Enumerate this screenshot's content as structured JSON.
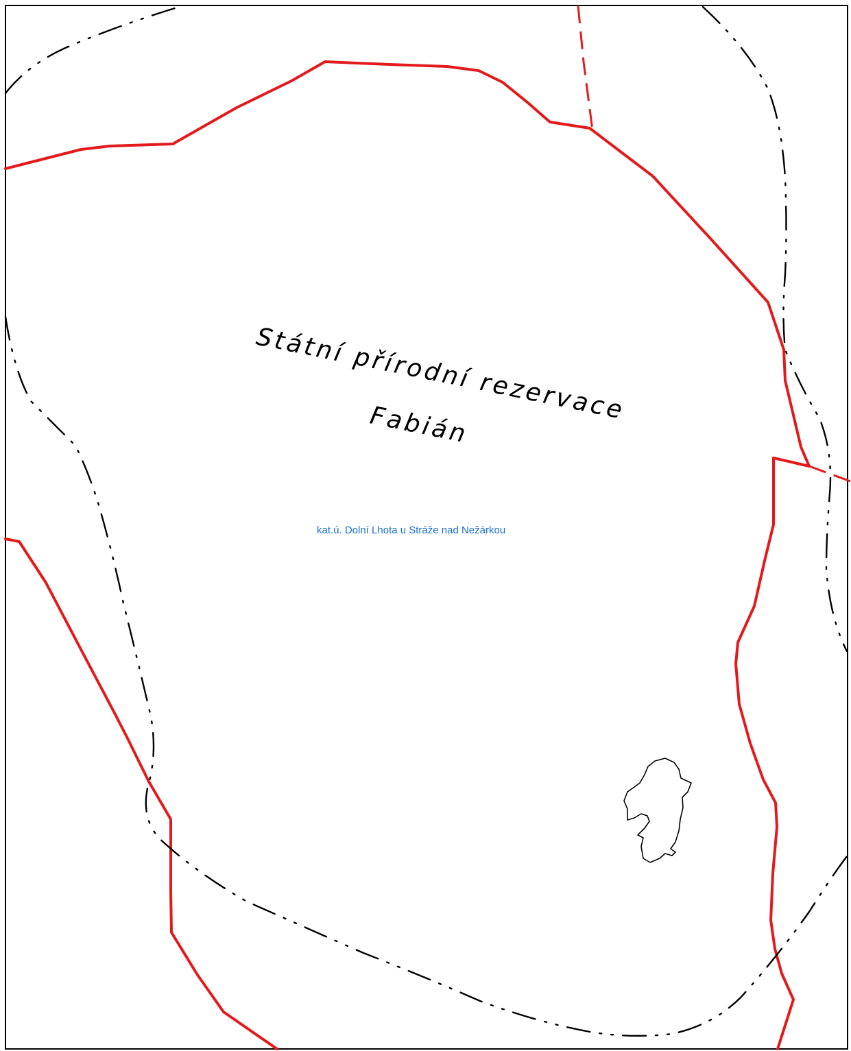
{
  "map": {
    "reserve_label_line1": "Státní přírodní rezervace",
    "reserve_label_line2": "Fabián",
    "cadastral_label": "kat.ú.  Dolní Lhota u Stráže nad Nežárkou"
  },
  "colors": {
    "border": "#000000",
    "background": "#ffffff",
    "boundary_red": "#e31a1c",
    "dashdot_black": "#000000",
    "label_text": "#000000",
    "cadastral_text": "#1a6fd1"
  }
}
